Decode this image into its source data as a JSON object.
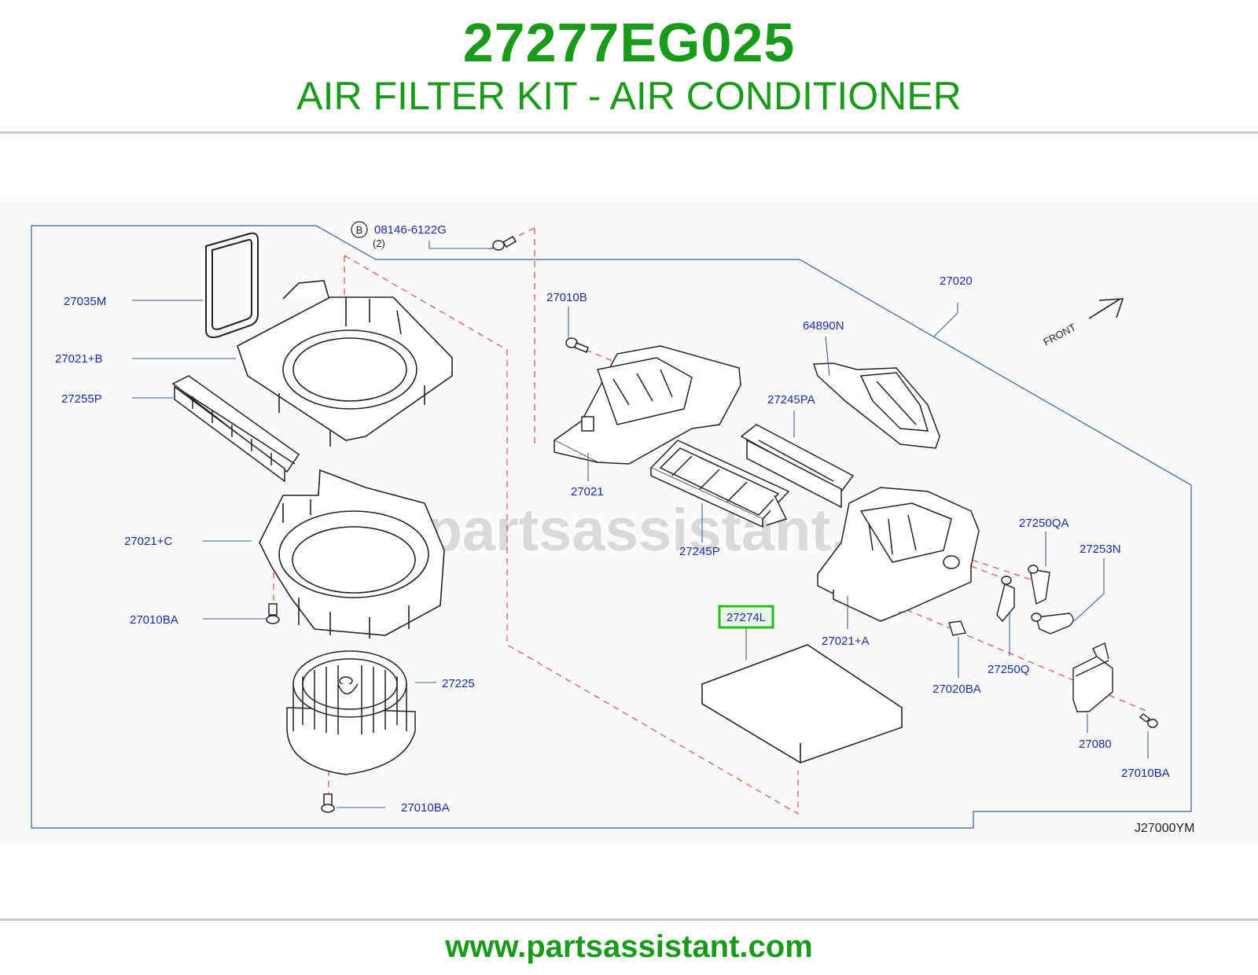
{
  "header": {
    "part_number": "27277EG025",
    "title": "AIR FILTER KIT - AIR CONDITIONER"
  },
  "diagram": {
    "watermark": "www.partsassistant.com",
    "reference_code": "J27000YM",
    "front_label": "FRONT",
    "bolt_symbol": "B",
    "bolt_qty": "(2)",
    "highlighted_part": "27274L",
    "callouts": {
      "c_08146": "08146-6122G",
      "c_27035M": "27035M",
      "c_27021B": "27021+B",
      "c_27255P": "27255P",
      "c_27021C": "27021+C",
      "c_27010BA_1": "27010BA",
      "c_27225": "27225",
      "c_27010BA_2": "27010BA",
      "c_27010B": "27010B",
      "c_27021": "27021",
      "c_27245P": "27245P",
      "c_27245PA": "27245PA",
      "c_64890N": "64890N",
      "c_27020": "27020",
      "c_27250QA": "27250QA",
      "c_27253N": "27253N",
      "c_27021A": "27021+A",
      "c_27250Q": "27250Q",
      "c_27020BA": "27020BA",
      "c_27080": "27080",
      "c_27010BA_3": "27010BA"
    },
    "colors": {
      "callout_text": "#1d2aa8",
      "leader_line": "#3a5ea8",
      "dashed_line": "#e05050",
      "highlight_box": "#22bb22",
      "brand_green": "#1a9a1a"
    }
  },
  "footer": {
    "url": "www.partsassistant.com"
  }
}
